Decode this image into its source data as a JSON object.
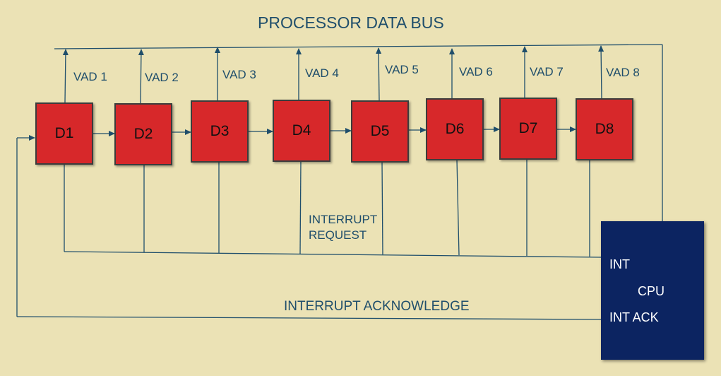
{
  "title": "PROCESSOR DATA BUS",
  "devices": [
    {
      "name": "D1",
      "vad": "VAD 1"
    },
    {
      "name": "D2",
      "vad": "VAD 2"
    },
    {
      "name": "D3",
      "vad": "VAD 3"
    },
    {
      "name": "D4",
      "vad": "VAD 4"
    },
    {
      "name": "D5",
      "vad": "VAD 5"
    },
    {
      "name": "D6",
      "vad": "VAD 6"
    },
    {
      "name": "D7",
      "vad": "VAD 7"
    },
    {
      "name": "D8",
      "vad": "VAD 8"
    }
  ],
  "interrupt_request": [
    "INTERRUPT",
    "REQUEST"
  ],
  "interrupt_acknowledge": "INTERRUPT ACKNOWLEDGE",
  "cpu": {
    "int": "INT",
    "name": "CPU",
    "int_ack": "INT ACK"
  },
  "colors": {
    "background": "#ebe2b5",
    "device_fill": "#d7282a",
    "cpu_fill": "#0c2461",
    "line": "#1f4e6b",
    "text": "#1f4e6b"
  }
}
